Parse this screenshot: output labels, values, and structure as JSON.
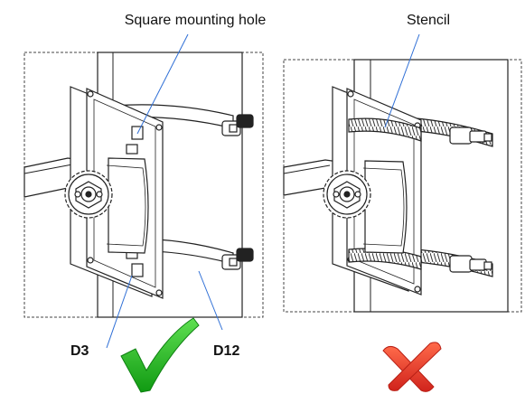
{
  "labels": {
    "left_callout": "Square mounting hole",
    "right_callout": "Stencil",
    "dim_left": "D3",
    "dim_right": "D12"
  },
  "panels": [
    {
      "name": "correct-install",
      "verdict": "correct"
    },
    {
      "name": "incorrect-install",
      "verdict": "incorrect"
    }
  ],
  "icons": {
    "correct": "check-icon",
    "incorrect": "cross-icon"
  },
  "colors": {
    "line": "#222222",
    "leader": "#2f6fd6",
    "check": "#1db01b",
    "cross": "#e63b2a",
    "dashed_frame": "#444444"
  }
}
